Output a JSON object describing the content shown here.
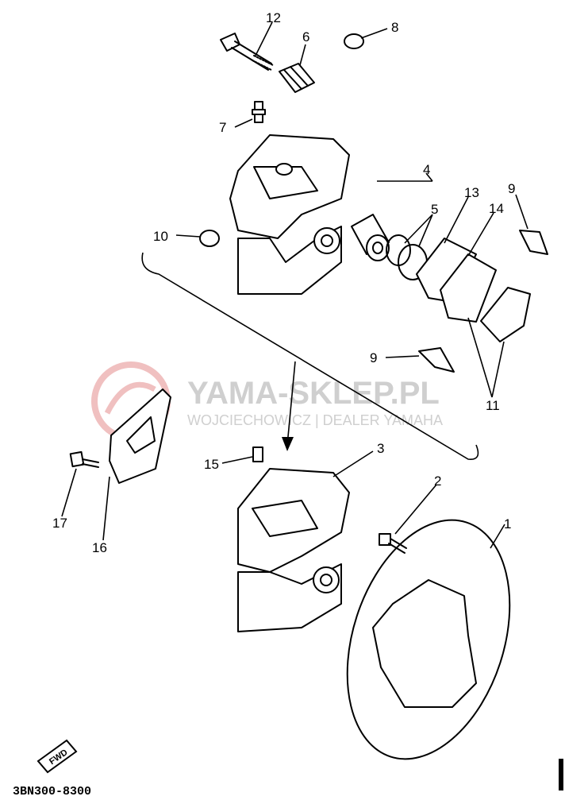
{
  "diagram": {
    "part_code": "3BN300-8300",
    "fwd_label": "FWD",
    "watermark": {
      "title": "YAMA-SKLEP.PL",
      "subtitle": "WOJCIECHOWICZ | DEALER YAMAHA",
      "color": "#e8a0a0"
    },
    "callouts": [
      "1",
      "2",
      "3",
      "4",
      "5",
      "6",
      "7",
      "8",
      "9",
      "9",
      "10",
      "11",
      "12",
      "13",
      "14",
      "15",
      "16",
      "17"
    ]
  }
}
